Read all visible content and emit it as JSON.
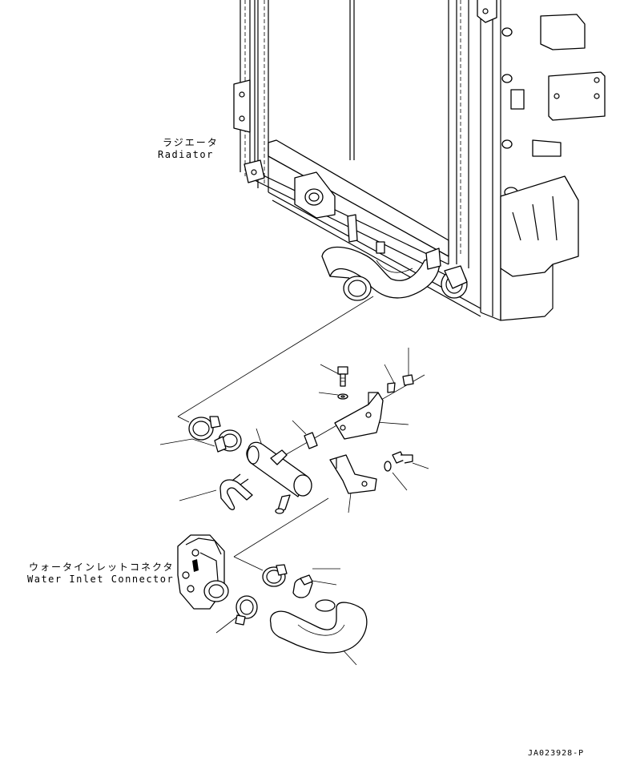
{
  "labels": {
    "radiator_jp": "ラジエータ",
    "radiator_en": "Radiator",
    "connector_jp": "ウォータインレットコネクタ",
    "connector_en": "Water Inlet Connector"
  },
  "drawing_code": "JA023928-P"
}
